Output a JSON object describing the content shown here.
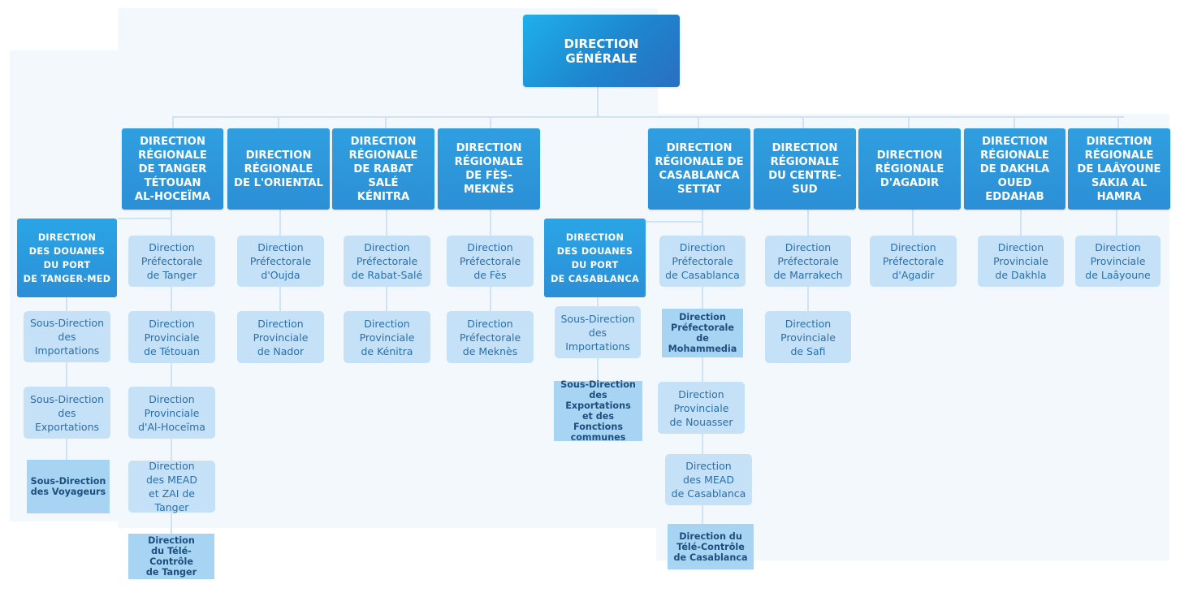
{
  "root": {
    "label": "DIRECTION GÉNÉRALE"
  },
  "regions": {
    "tanger": "DIRECTION\nRÉGIONALE\nDE TANGER\nTÉTOUAN\nAL-HOCEÏMA",
    "oriental": "DIRECTION\nRÉGIONALE\nDE L'ORIENTAL",
    "rabat": "DIRECTION\nRÉGIONALE\nDE RABAT\nSALÉ\nKÉNITRA",
    "fes": "DIRECTION\nRÉGIONALE\nDE FÈS-MEKNÈS",
    "casablanca": "DIRECTION\nRÉGIONALE DE\nCASABLANCA\nSETTAT",
    "centre_sud": "DIRECTION\nRÉGIONALE\nDU CENTRE-SUD",
    "agadir": "DIRECTION\nRÉGIONALE\nD'AGADIR",
    "dakhla": "DIRECTION\nRÉGIONALE\nDE DAKHLA\nOUED EDDAHAB",
    "laayoune": "DIRECTION\nRÉGIONALE\nDE LAÂYOUNE\nSAKIA AL HAMRA"
  },
  "ports": {
    "tanger_med": "DIRECTION\nDES DOUANES\nDU PORT\nDE TANGER-MED",
    "casablanca": "DIRECTION\nDES DOUANES\nDU PORT\nDE CASABLANCA"
  },
  "tanger_med_units": {
    "importations": "Sous-Direction\ndes Importations",
    "exportations": "Sous-Direction\ndes Exportations",
    "voyageurs": "Sous-Direction\ndes Voyageurs"
  },
  "tanger_units": {
    "pref_tanger": "Direction\nPréfectorale\nde Tanger",
    "prov_tetouan": "Direction\nProvinciale\nde Tétouan",
    "prov_alhoceima": "Direction\nProvinciale\nd'Al-Hoceïma",
    "mead": "Direction\ndes MEAD\net ZAI de Tanger",
    "telecontrole": "Direction\ndu Télé-Contrôle\nde Tanger"
  },
  "oriental_units": {
    "pref_oujda": "Direction\nPréfectorale\nd'Oujda",
    "prov_nador": "Direction\nProvinciale\nde Nador"
  },
  "rabat_units": {
    "pref_rabat": "Direction\nPréfectorale\nde Rabat-Salé",
    "prov_kenitra": "Direction\nProvinciale\nde Kénitra"
  },
  "fes_units": {
    "pref_fes": "Direction\nPréfectorale\nde Fès",
    "pref_meknes": "Direction\nPréfectorale\nde Meknès"
  },
  "casa_port_units": {
    "importations": "Sous-Direction\ndes Importations",
    "exportations": "Sous-Direction\ndes Exportations\net des Fonctions\ncommunes"
  },
  "casa_units": {
    "pref_casablanca": "Direction\nPréfectorale\nde Casablanca",
    "pref_mohammedia": "Direction\nPréfectorale de\nMohammedia",
    "prov_nouasser": "Direction\nProvinciale\nde Nouasser",
    "mead": "Direction\ndes MEAD\nde Casablanca",
    "telecontrole": "Direction du\nTélé-Contrôle\nde Casablanca"
  },
  "centre_sud_units": {
    "pref_marrakech": "Direction\nPréfectorale\nde Marrakech",
    "prov_safi": "Direction\nProvinciale\nde Safi"
  },
  "agadir_units": {
    "pref_agadir": "Direction\nPréfectorale\nd'Agadir"
  },
  "dakhla_units": {
    "prov_dakhla": "Direction\nProvinciale\nde Dakhla"
  },
  "laayoune_units": {
    "prov_laayoune": "Direction\nProvinciale\nde Laâyoune"
  }
}
